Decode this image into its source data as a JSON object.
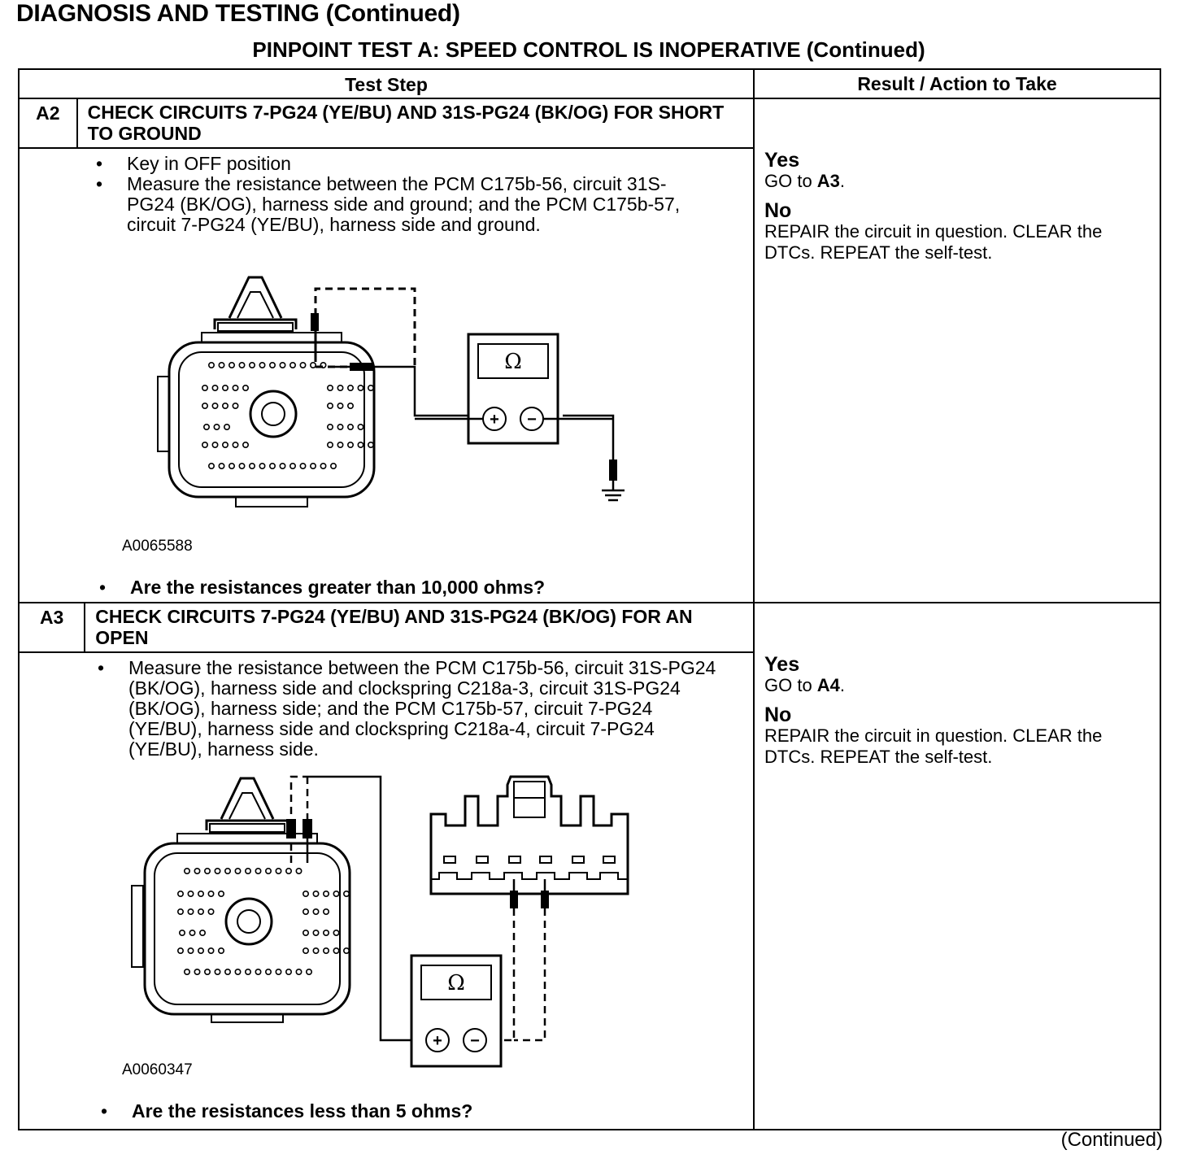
{
  "page": {
    "heading": "DIAGNOSIS AND TESTING (Continued)",
    "test_title": "PINPOINT TEST  A: SPEED CONTROL IS INOPERATIVE (Continued)",
    "footer": "(Continued)"
  },
  "table": {
    "col_test_step": "Test Step",
    "col_result": "Result / Action to Take"
  },
  "steps": [
    {
      "id": "A2",
      "title": "CHECK CIRCUITS 7-PG24 (YE/BU) AND 31S-PG24 (BK/OG) FOR SHORT TO GROUND",
      "items": [
        "Key in OFF position",
        "Measure the resistance between the PCM C175b-56, circuit 31S-PG24 (BK/OG), harness side and ground; and the PCM C175b-57, circuit 7-PG24 (YE/BU), harness side and ground."
      ],
      "figure_code": "A0065588",
      "question": "Are the resistances greater than 10,000 ohms?",
      "yes_label": "Yes",
      "yes_action_prefix": "GO to ",
      "yes_action_target": "A3",
      "yes_action_suffix": ".",
      "no_label": "No",
      "no_action": "REPAIR the circuit in question. CLEAR the DTCs. REPEAT the self-test."
    },
    {
      "id": "A3",
      "title": "CHECK CIRCUITS 7-PG24 (YE/BU) AND 31S-PG24 (BK/OG) FOR AN OPEN",
      "items": [
        "Measure the resistance between the PCM C175b-56, circuit 31S-PG24 (BK/OG), harness side and clockspring C218a-3, circuit 31S-PG24 (BK/OG), harness side; and the PCM C175b-57, circuit 7-PG24 (YE/BU), harness side and clockspring C218a-4, circuit 7-PG24 (YE/BU), harness side."
      ],
      "figure_code": "A0060347",
      "question": "Are the resistances less than 5 ohms?",
      "yes_label": "Yes",
      "yes_action_prefix": "GO to ",
      "yes_action_target": "A4",
      "yes_action_suffix": ".",
      "no_label": "No",
      "no_action": "REPAIR the circuit in question. CLEAR the DTCs. REPEAT the self-test."
    }
  ],
  "meter": {
    "symbol": "Ω",
    "plus": "+",
    "minus": "−"
  }
}
